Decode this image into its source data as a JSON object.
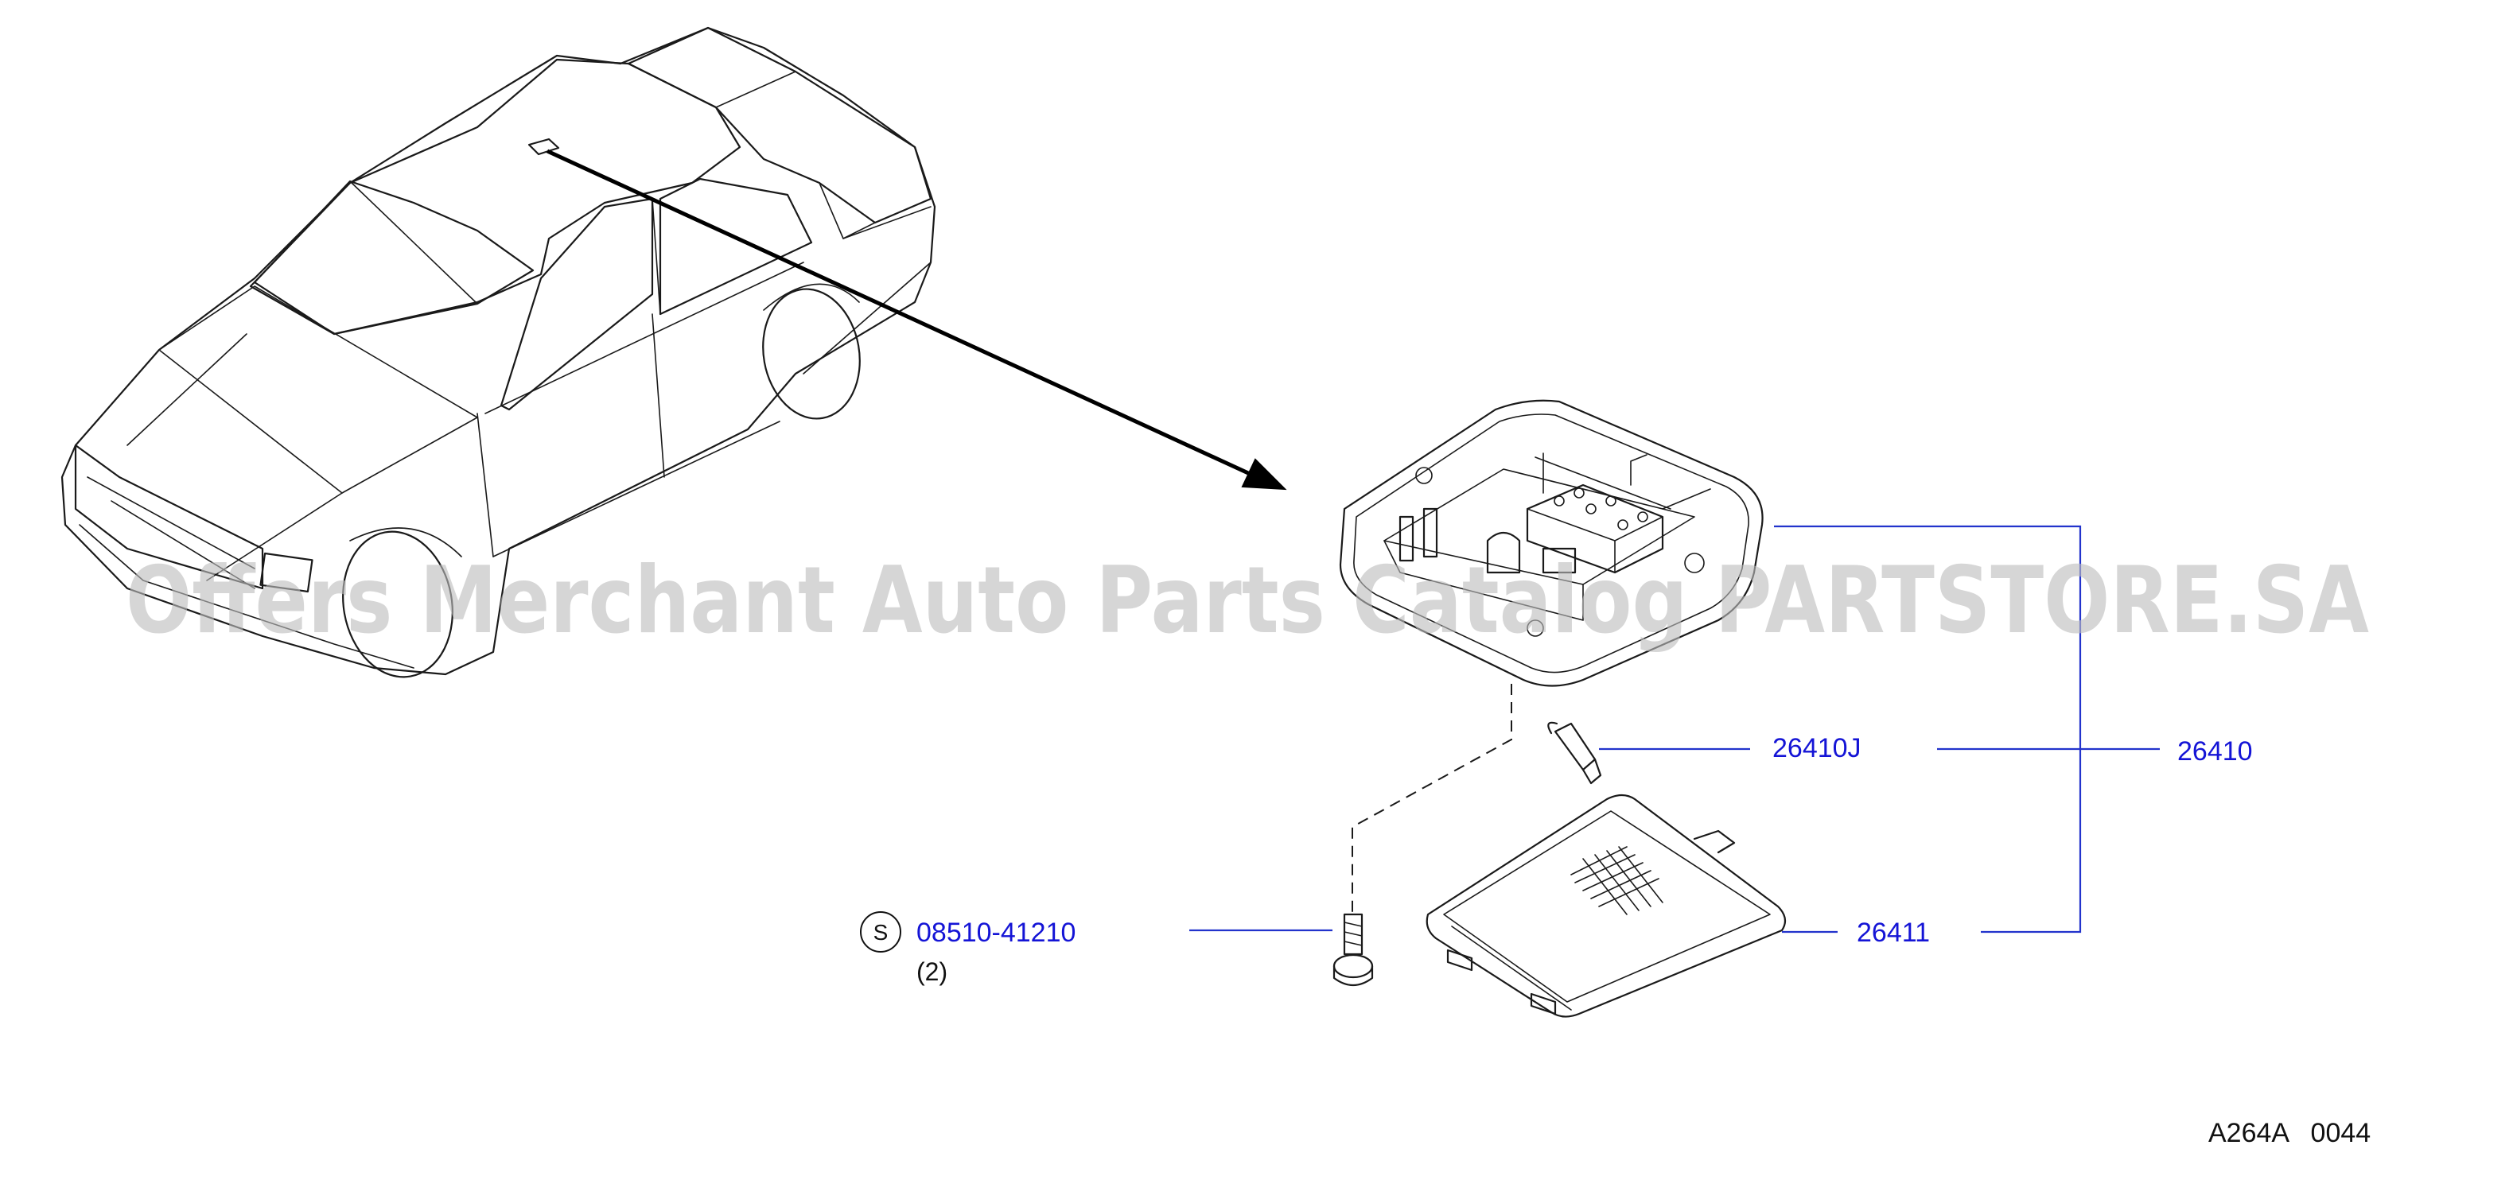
{
  "parts": {
    "lamp_bulb": "26410J",
    "lamp_assembly": "26410",
    "lens": "26411",
    "screw": "08510-41210",
    "screw_qty": "(2)",
    "screw_symbol": "S"
  },
  "diagram_code": "A264A   0044",
  "watermark": "Offers Merchant Auto Parts Catalog PARTSTORE.SA",
  "colors": {
    "part_label": "#1414d6",
    "leader": "#2233cc",
    "line": "#1a1a1a",
    "watermark": "#bdbdbd"
  }
}
